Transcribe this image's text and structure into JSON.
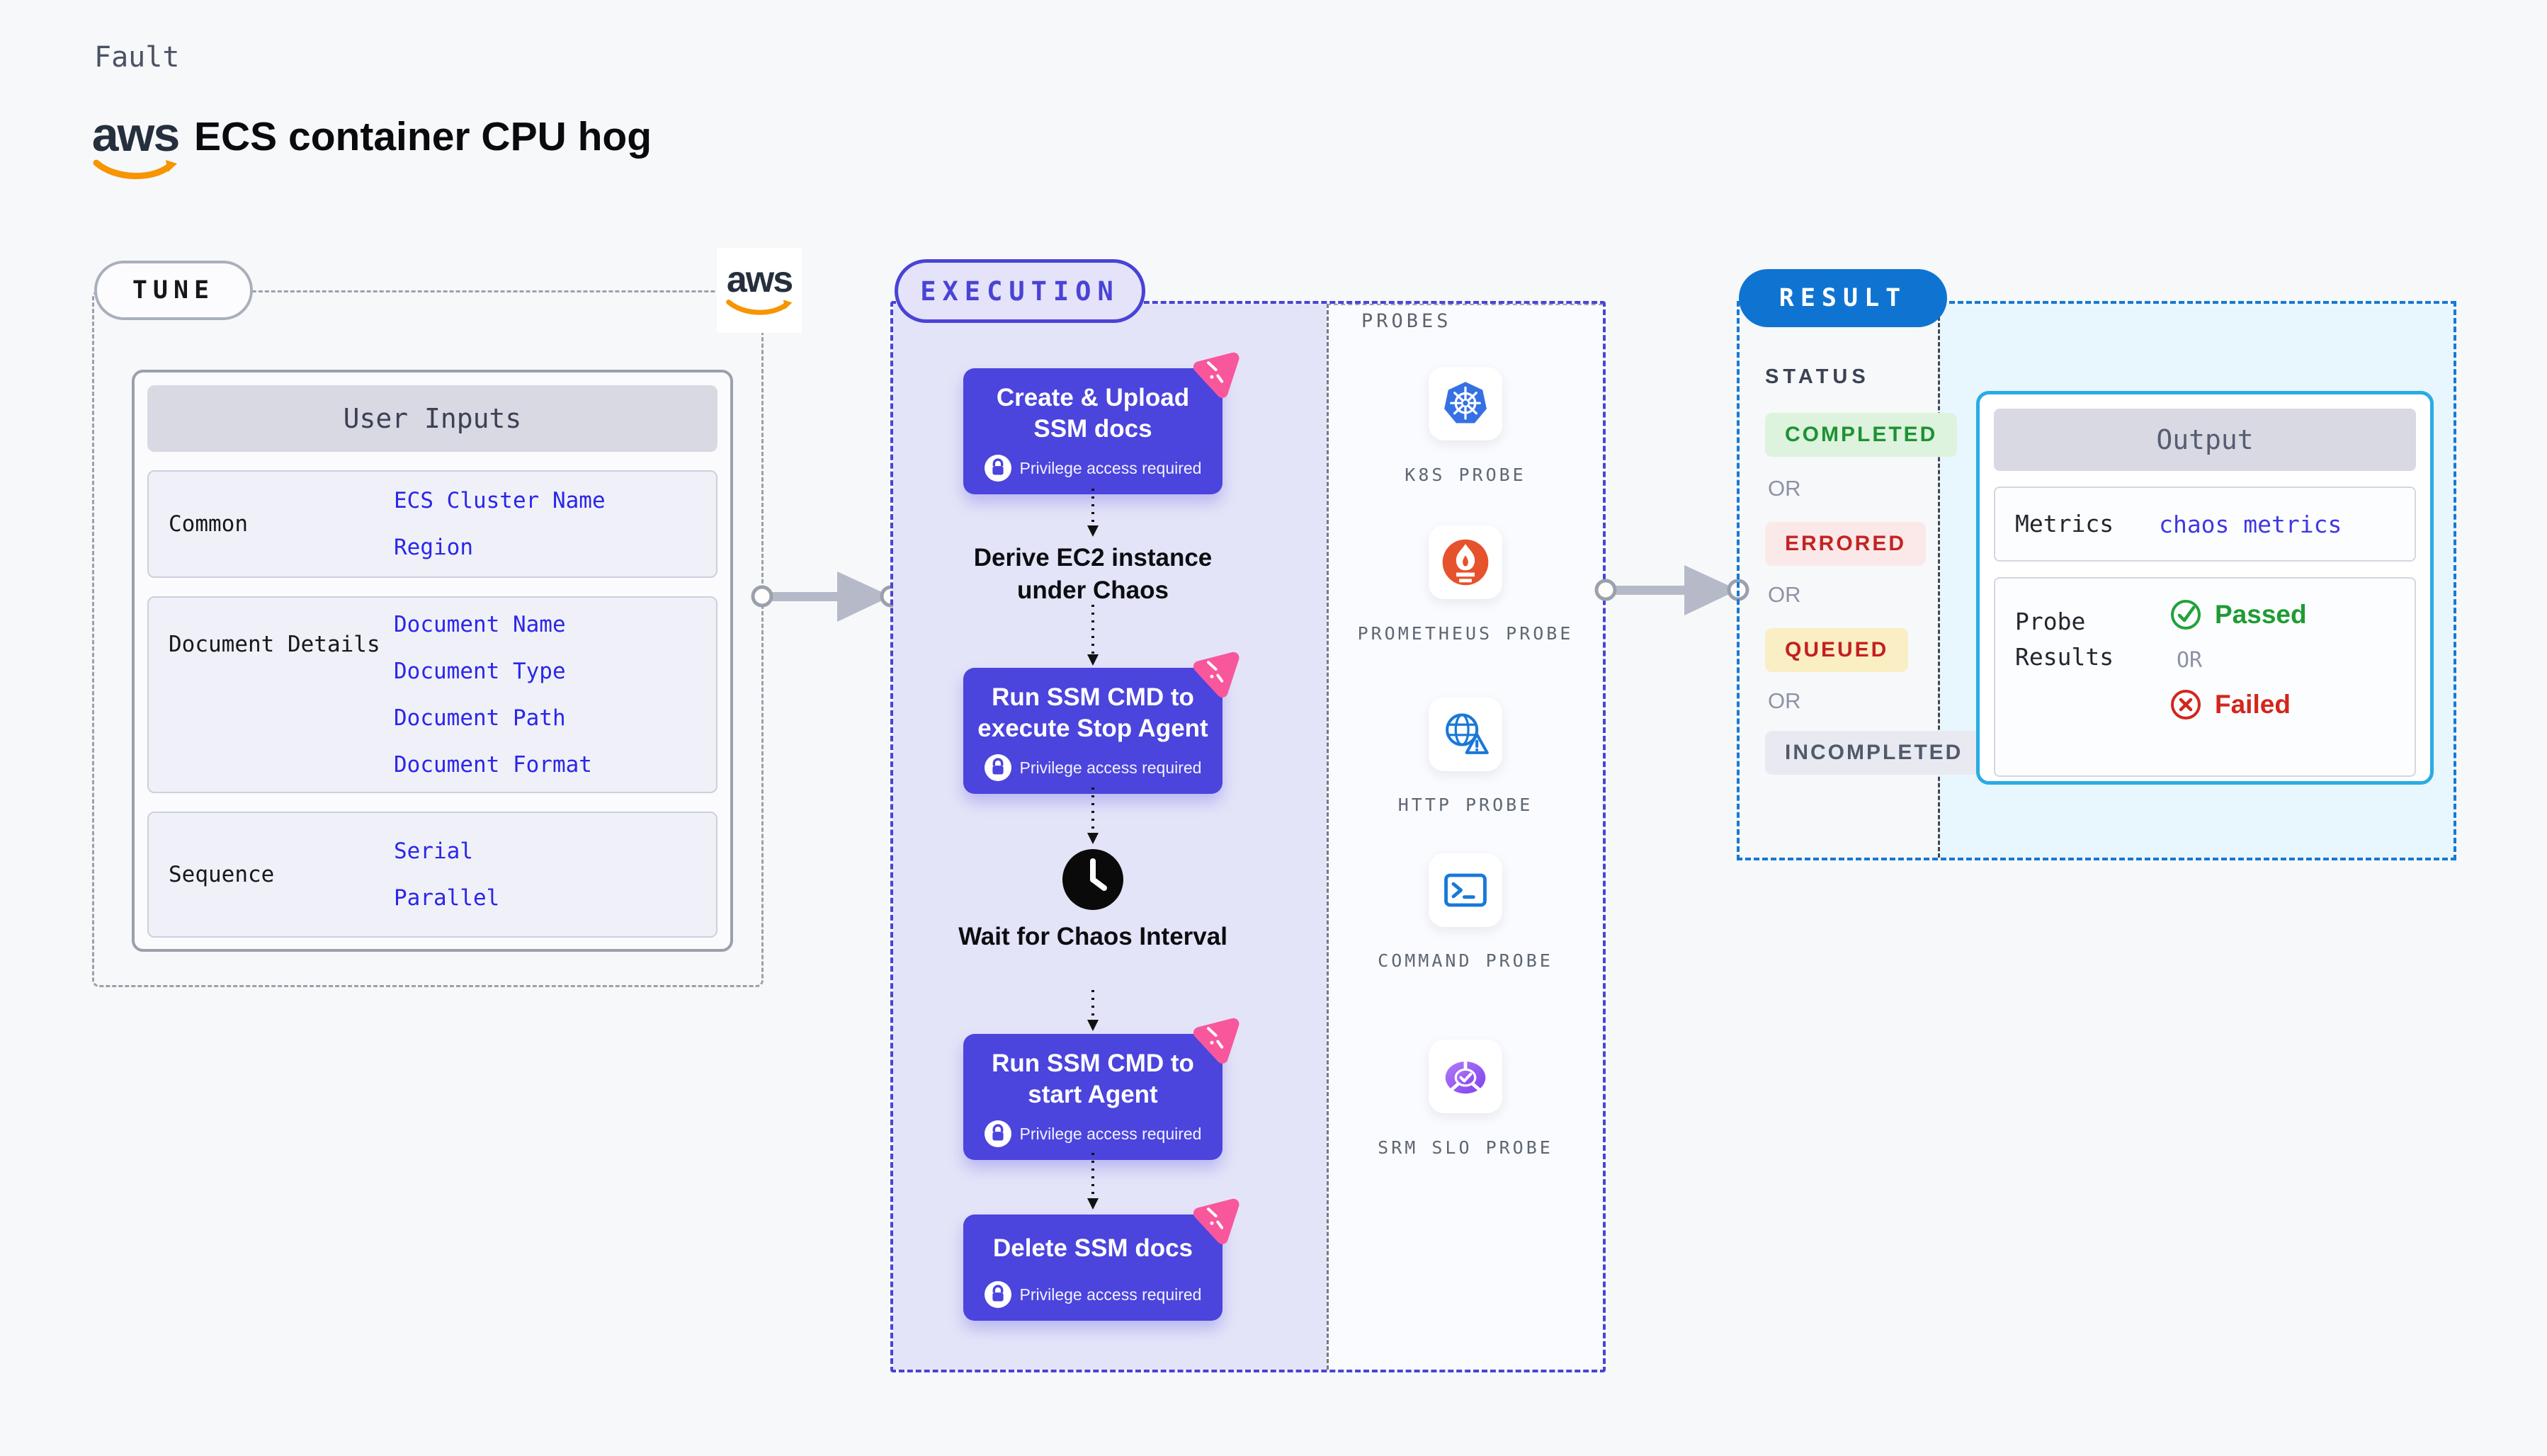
{
  "header": {
    "category": "Fault",
    "title": "ECS container CPU hog",
    "brand": "aws"
  },
  "tune": {
    "label": "TUNE",
    "user_inputs": {
      "title": "User Inputs",
      "rows": [
        {
          "label": "Common",
          "items": [
            "ECS Cluster Name",
            "Region"
          ]
        },
        {
          "label": "Document Details",
          "items": [
            "Document Name",
            "Document Type",
            "Document Path",
            "Document Format"
          ]
        },
        {
          "label": "Sequence",
          "items": [
            "Serial",
            "Parallel"
          ]
        }
      ]
    }
  },
  "execution": {
    "label": "EXECUTION",
    "steps": [
      {
        "type": "action",
        "title": "Create & Upload SSM docs",
        "badge": "Privilege access required"
      },
      {
        "type": "text",
        "title": "Derive EC2 instance under Chaos"
      },
      {
        "type": "action",
        "title": "Run SSM CMD to execute Stop Agent",
        "badge": "Privilege access required"
      },
      {
        "type": "wait",
        "title": "Wait for Chaos Interval",
        "icon": "clock-icon"
      },
      {
        "type": "action",
        "title": "Run SSM CMD to start Agent",
        "badge": "Privilege access required"
      },
      {
        "type": "action",
        "title": "Delete SSM docs",
        "badge": "Privilege access required"
      }
    ],
    "probes": {
      "label": "PROBES",
      "items": [
        {
          "name": "K8S PROBE",
          "icon": "kubernetes-icon"
        },
        {
          "name": "PROMETHEUS PROBE",
          "icon": "prometheus-icon"
        },
        {
          "name": "HTTP PROBE",
          "icon": "http-globe-warning-icon"
        },
        {
          "name": "COMMAND PROBE",
          "icon": "terminal-icon"
        },
        {
          "name": "SRM SLO PROBE",
          "icon": "srm-slo-icon"
        }
      ]
    }
  },
  "result": {
    "label": "RESULT",
    "status": {
      "label": "STATUS",
      "separator": "OR",
      "badges": [
        "COMPLETED",
        "ERRORED",
        "QUEUED",
        "INCOMPLETED"
      ]
    },
    "output": {
      "title": "Output",
      "metrics_label": "Metrics",
      "metrics_value": "chaos metrics",
      "probe_results_label": "Probe Results",
      "passed": "Passed",
      "or": "OR",
      "failed": "Failed"
    }
  },
  "colors": {
    "page_bg": "#f7f8fa",
    "step_indigo": "#4b44dd",
    "execution_border": "#4a43d6",
    "execution_fill": "#e4e4f8",
    "result_blue": "#0f74d1",
    "output_border": "#29ace4",
    "output_panel_bg": "#e8f6fd",
    "link_blue": "#2b26ea",
    "chaos_pink": "#f8579c",
    "aws_orange": "#f79400",
    "aws_navy": "#252f3e",
    "completed_green": "#1d9232",
    "errored_red": "#c32424",
    "queued_yellow_bg": "#faeec4",
    "incompleted_gray": "#515a6b",
    "passed_green": "#1f9b33",
    "failed_red": "#d2261d"
  }
}
